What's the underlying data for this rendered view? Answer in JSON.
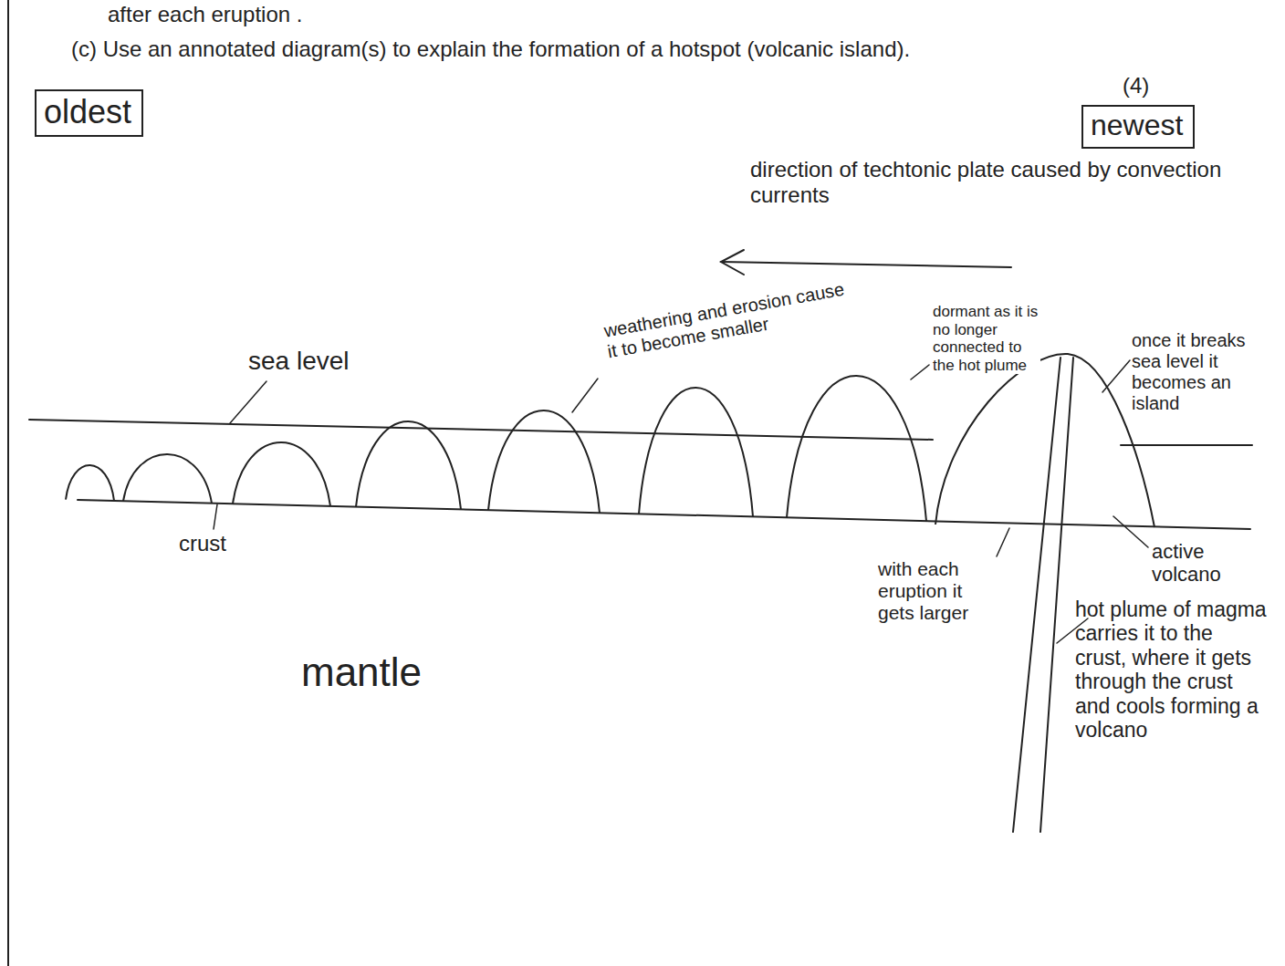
{
  "diagram": {
    "title": "(c) Use an annotated diagram(s) to explain the formation of a hotspot (volcanic island).",
    "nodes": [
      {
        "text": [
          "oldest"
        ]
      },
      {
        "text": [
          "newest"
        ]
      }
    ],
    "labels": [
      "after each eruption .",
      "(4)",
      "direction of techtonic plate caused by convection currents",
      "sea level",
      "weathering and erosion cause it to become smaller",
      "dormant as it is no longer connected to the hot plume",
      "once it breaks sea level it becomes an island",
      "crust",
      "mantle",
      "with each eruption it gets larger",
      "active volcano",
      "hot plume of magma carries it to the crust, where it gets through the crust and cools forming a volcano"
    ]
  }
}
